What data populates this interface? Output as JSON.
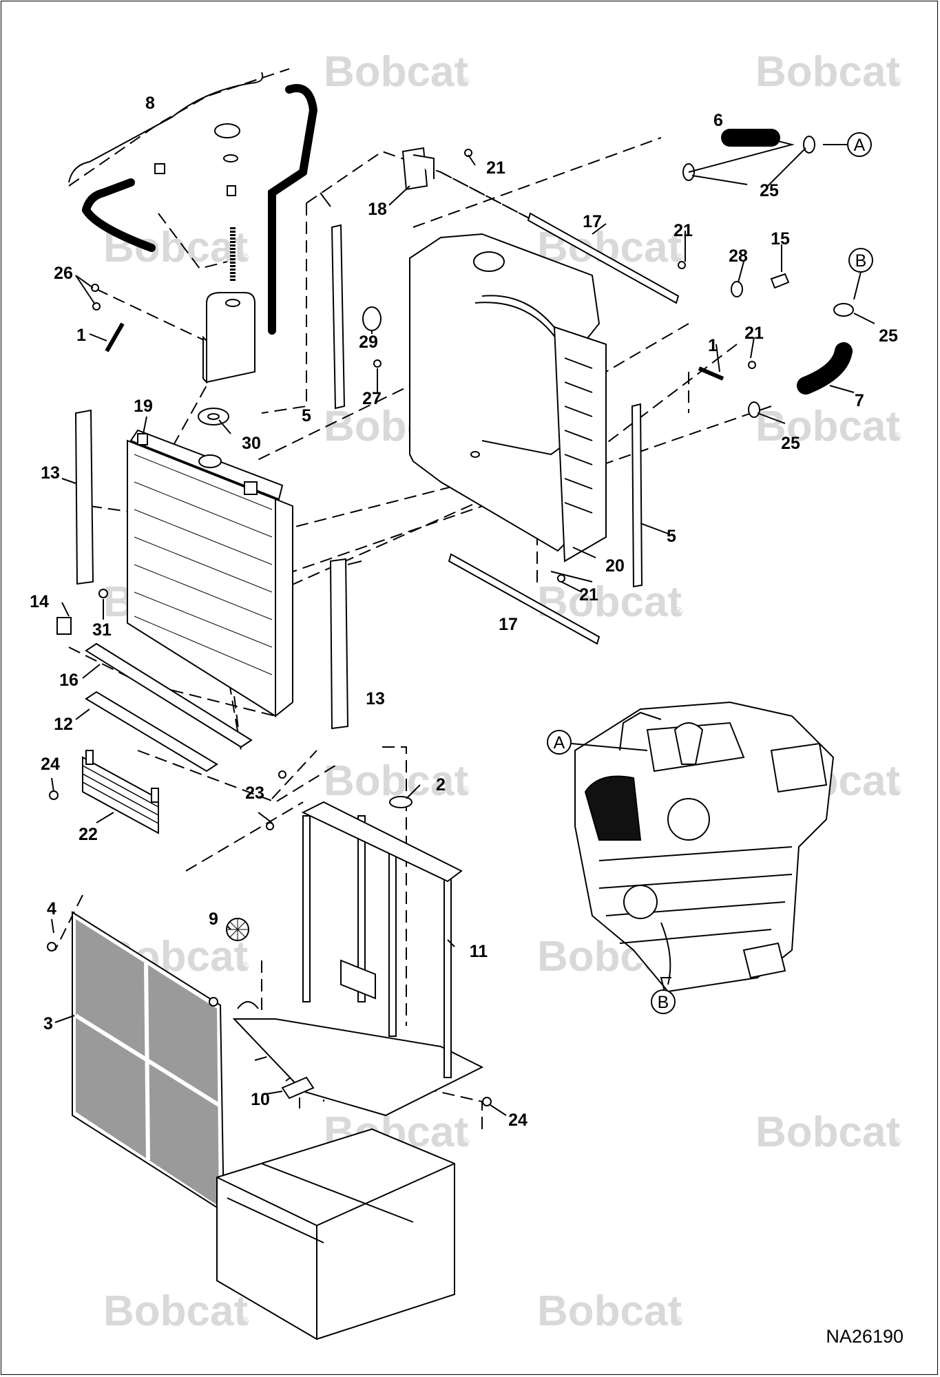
{
  "watermark": {
    "text": "Bobcat",
    "mark": "®",
    "color": "#d9d9d9"
  },
  "callouts": [
    "1",
    "2",
    "3",
    "4",
    "5",
    "6",
    "7",
    "8",
    "9",
    "10",
    "11",
    "12",
    "13",
    "14",
    "15",
    "16",
    "17",
    "18",
    "19",
    "20",
    "21",
    "22",
    "23",
    "24",
    "25",
    "26",
    "27",
    "28",
    "29",
    "30",
    "31"
  ],
  "reference_markers": [
    "A",
    "B"
  ],
  "drawing_code": "NA26190",
  "icons": [
    "radiator-icon",
    "engine-icon",
    "screen-icon",
    "hose-icon",
    "bracket-icon",
    "clamp-icon",
    "bolt-icon",
    "reservoir-icon",
    "fan-shroud-icon",
    "oil-cooler-icon",
    "frame-icon"
  ]
}
